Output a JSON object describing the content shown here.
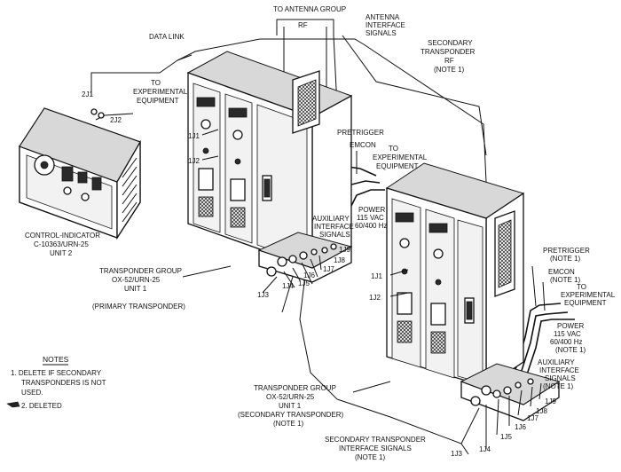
{
  "labels": {
    "to_antenna_group": "TO ANTENNA GROUP",
    "antenna_interface_signals_1": "ANTENNA",
    "antenna_interface_signals_2": "INTERFACE",
    "antenna_interface_signals_3": "SIGNALS",
    "rf": "RF",
    "data_link": "DATA LINK",
    "secondary_rf_1": "SECONDARY",
    "secondary_rf_2": "TRANSPONDER",
    "secondary_rf_3": "RF",
    "secondary_rf_4": "(NOTE 1)",
    "to_exp_equip_top_1": "TO",
    "to_exp_equip_top_2": "EXPERIMENTAL",
    "to_exp_equip_top_3": "EQUIPMENT",
    "j2j1": "2J1",
    "j2j2": "2J2",
    "ci_1": "CONTROL-INDICATOR",
    "ci_2": "C-10363/URN-25",
    "ci_3": "UNIT 2",
    "pretrigger": "PRETRIGGER",
    "emcon": "EMCON",
    "to_exp_equip_mid_1": "TO",
    "to_exp_equip_mid_2": "EXPERIMENTAL",
    "to_exp_equip_mid_3": "EQUIPMENT",
    "power_1": "POWER",
    "power_2": "115 VAC",
    "power_3": "60/400 Hz",
    "aux_1": "AUXILIARY",
    "aux_2": "INTERFACE",
    "aux_3": "SIGNALS",
    "p_1j1": "1J1",
    "p_1j2": "1J2",
    "p_1j3": "1J3",
    "p_1j4": "1J4",
    "p_1j5": "1J5",
    "p_1j6": "1J6",
    "p_1j7": "1J7",
    "p_1j8": "1J8",
    "p_1j9": "1J9",
    "tg1_1": "TRANSPONDER GROUP",
    "tg1_2": "OX-52/URN-25",
    "tg1_3": "UNIT 1",
    "tg1_4": "(PRIMARY TRANSPONDER)",
    "s_1j1": "1J1",
    "s_1j2": "1J2",
    "s_pretrigger_1": "PRETRIGGER",
    "s_pretrigger_2": "(NOTE 1)",
    "s_emcon_1": "EMCON",
    "s_emcon_2": "(NOTE 1)",
    "s_to_exp_1": "TO",
    "s_to_exp_2": "EXPERIMENTAL",
    "s_to_exp_3": "EQUIPMENT",
    "s_power_1": "POWER",
    "s_power_2": "115 VAC",
    "s_power_3": "60/400 Hz",
    "s_power_4": "(NOTE 1)",
    "s_aux_1": "AUXILIARY",
    "s_aux_2": "INTERFACE",
    "s_aux_3": "SIGNALS",
    "s_aux_4": "(NOTE 1)",
    "s_1j3": "1J3",
    "s_1j4": "1J4",
    "s_1j5": "1J5",
    "s_1j6": "1J6",
    "s_1j7": "1J7",
    "s_1j8": "1J8",
    "s_1j9": "1J9",
    "tg2_1": "TRANSPONDER GROUP",
    "tg2_2": "OX-52/URN-25",
    "tg2_3": "UNIT 1",
    "tg2_4": "(SECONDARY TRANSPONDER)",
    "tg2_5": "(NOTE 1)",
    "sec_if_1": "SECONDARY TRANSPONDER",
    "sec_if_2": "INTERFACE SIGNALS",
    "sec_if_3": "(NOTE 1)"
  },
  "notes": {
    "title": "NOTES",
    "note1_line1": "1.  DELETE IF SECONDARY",
    "note1_line2": "TRANSPONDERS IS NOT",
    "note1_line3": "USED.",
    "note2": "2.  DELETED"
  }
}
